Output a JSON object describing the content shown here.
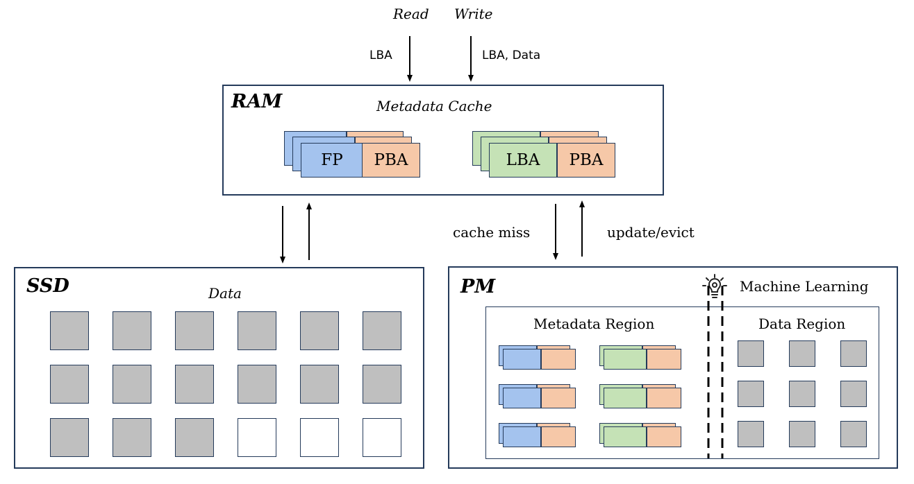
{
  "top": {
    "read_label": "Read",
    "write_label": "Write",
    "read_input": "LBA",
    "write_input": "LBA, Data"
  },
  "ram": {
    "title": "RAM",
    "subtitle": "Metadata Cache",
    "fp_label": "FP",
    "pba_label_1": "PBA",
    "lba_label": "LBA",
    "pba_label_2": "PBA"
  },
  "links": {
    "cache_miss": "cache miss",
    "update_evict": "update/evict"
  },
  "ssd": {
    "title": "SSD",
    "subtitle": "Data",
    "grid_rows": [
      [
        "filled",
        "filled",
        "filled",
        "filled",
        "filled",
        "filled"
      ],
      [
        "filled",
        "filled",
        "filled",
        "filled",
        "filled",
        "filled"
      ],
      [
        "filled",
        "filled",
        "filled",
        "empty",
        "empty",
        "empty"
      ]
    ]
  },
  "pm": {
    "title": "PM",
    "ml_label": "Machine Learning",
    "ml_icon": "lightbulb-gear-icon",
    "metadata_region": "Metadata Region",
    "data_region": "Data Region"
  },
  "colors": {
    "border": "#243a5a",
    "fp_blue": "#a4c3ee",
    "pba_orange": "#f6c8a8",
    "lba_green": "#c5e2b6",
    "data_gray": "#bfbfbf"
  }
}
